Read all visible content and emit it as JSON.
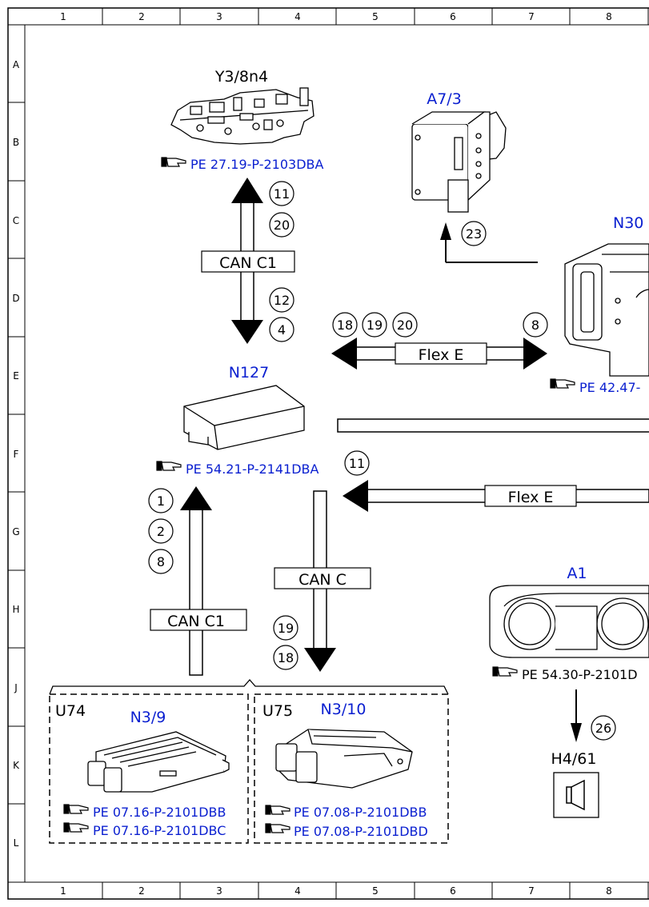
{
  "grid": {
    "columns": [
      "1",
      "2",
      "3",
      "4",
      "5",
      "6",
      "7",
      "8"
    ],
    "rows": [
      "A",
      "B",
      "C",
      "D",
      "E",
      "F",
      "G",
      "H",
      "J",
      "K",
      "L"
    ]
  },
  "components": {
    "y3_8n4": {
      "id": "Y3/8n4",
      "ref": "PE 27.19-P-2103DBA"
    },
    "a7_3": {
      "id": "A7/3"
    },
    "n30": {
      "id": "N30",
      "ref": "PE 42.47-"
    },
    "n127": {
      "id": "N127",
      "ref": "PE 54.21-P-2141DBA"
    },
    "a1": {
      "id": "A1",
      "ref": "PE 54.30-P-2101D"
    },
    "h4_61": {
      "id": "H4/61"
    },
    "n3_9": {
      "unit": "U74",
      "id": "N3/9",
      "refs": [
        "PE 07.16-P-2101DBB",
        "PE 07.16-P-2101DBC"
      ]
    },
    "n3_10": {
      "unit": "U75",
      "id": "N3/10",
      "refs": [
        "PE 07.08-P-2101DBB",
        "PE 07.08-P-2101DBD"
      ]
    }
  },
  "buses": {
    "can_c1_top": "CAN C1",
    "flex_e_top": "Flex E",
    "flex_e_mid": "Flex E",
    "can_c": "CAN C",
    "can_c1_bottom": "CAN C1"
  },
  "markers": {
    "m11a": "11",
    "m20a": "20",
    "m12": "12",
    "m4": "4",
    "m18a": "18",
    "m19a": "19",
    "m20b": "20",
    "m8a": "8",
    "m23": "23",
    "m11b": "11",
    "m1": "1",
    "m2": "2",
    "m8b": "8",
    "m19b": "19",
    "m18b": "18",
    "m26": "26"
  },
  "colors": {
    "link": "#0a1fd0",
    "line": "#000000"
  }
}
